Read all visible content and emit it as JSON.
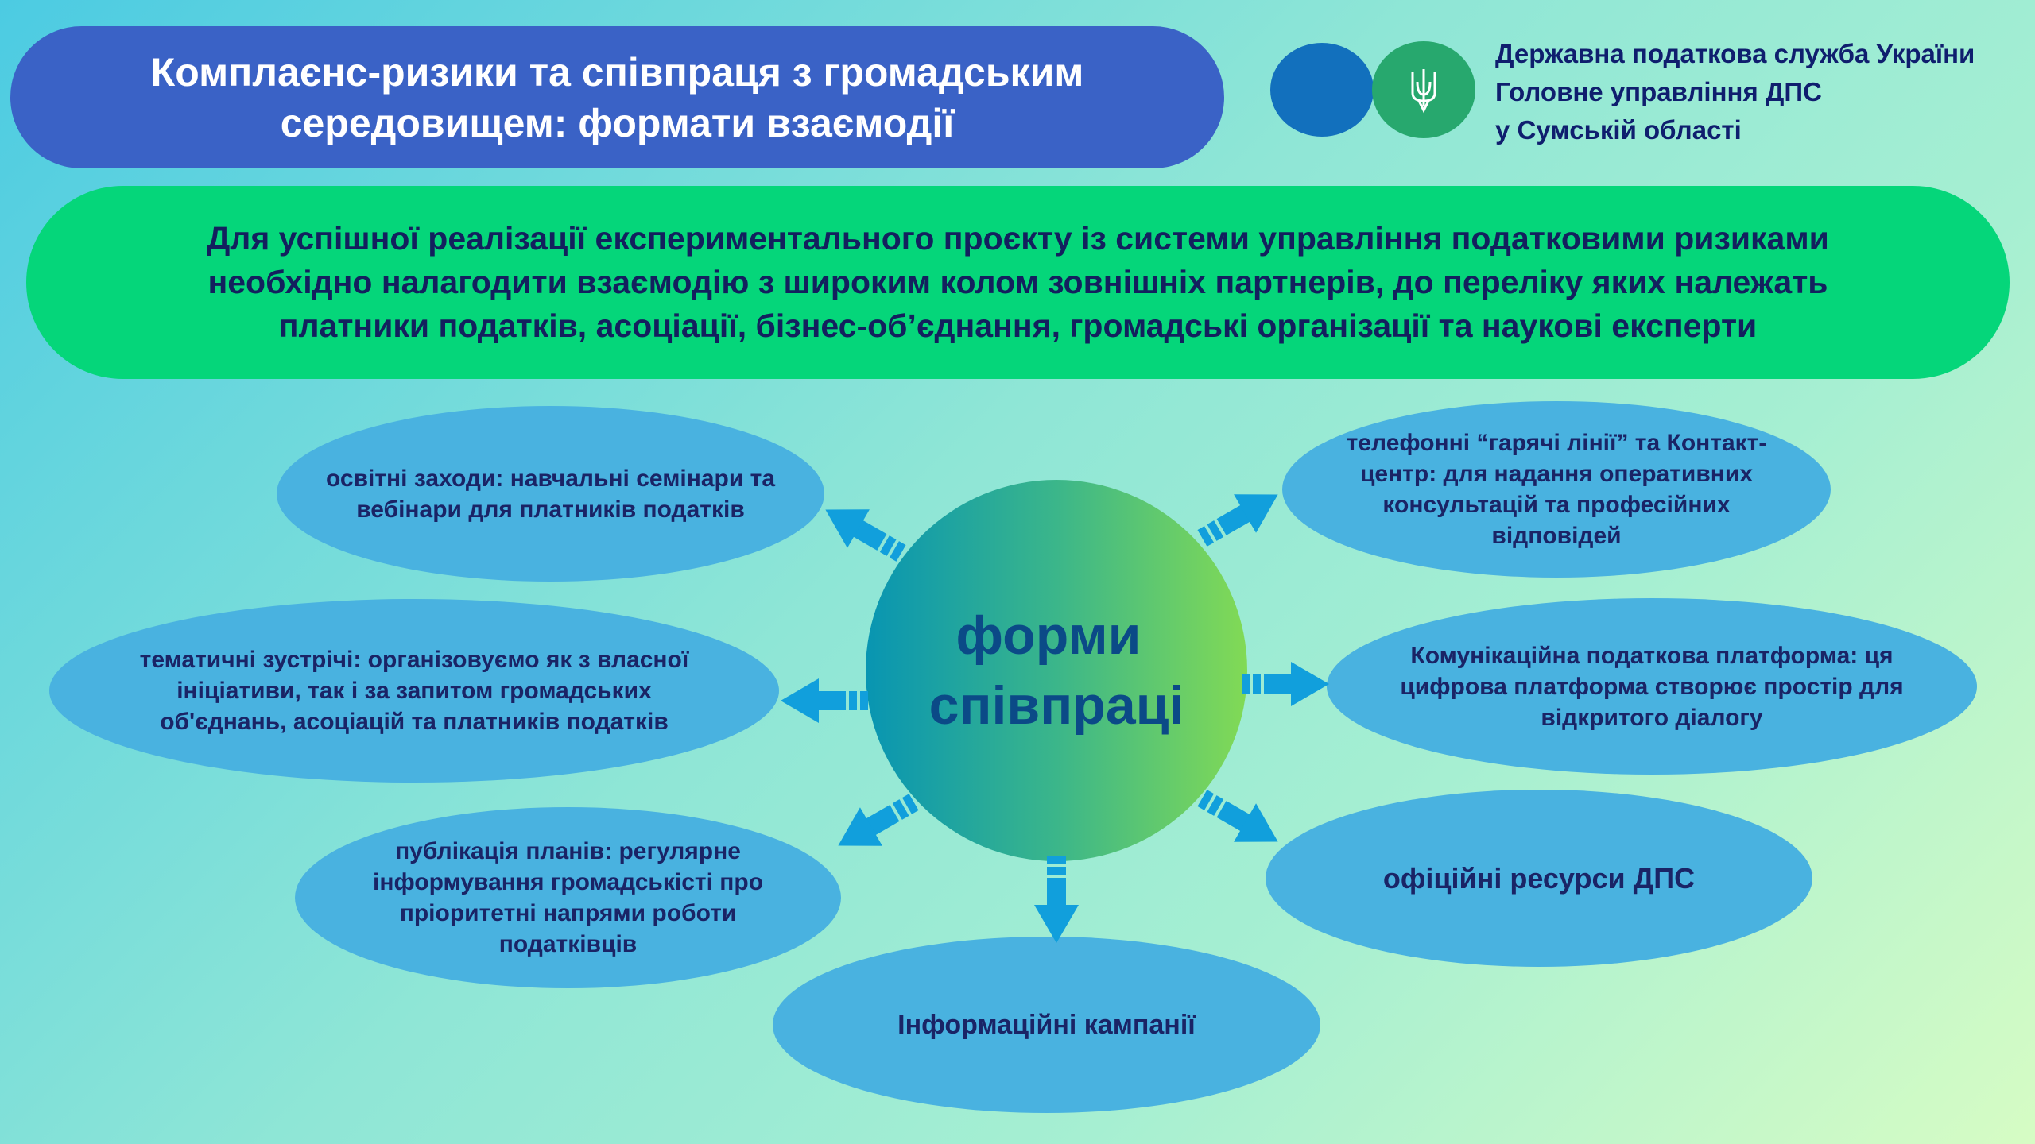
{
  "header": {
    "title_lines": [
      "Комплаєнс-ризики та співпраця з громадським",
      "середовищем: формати взаємодії"
    ],
    "org_lines": [
      "Державна податкова служба України",
      "Головне управління ДПС",
      "у Сумській області"
    ],
    "logo_icon": "trident-icon"
  },
  "banner": {
    "lines": [
      "Для успішної реалізації експериментального проєкту із системи управління податковими ризиками",
      "необхідно  налагодити взаємодію з широким колом зовнішніх партнерів, до переліку яких належать",
      "платники податків, асоціації, бізнес-об’єднання, громадські організації та наукові експерти"
    ]
  },
  "center": {
    "lines": [
      "форми",
      "співпраці"
    ]
  },
  "forms": [
    {
      "text": "освітні заходи: навчальні семінари та вебінари для платників податків"
    },
    {
      "text": "тематичні зустрічі: організовуємо як з власної ініціативи, так і за запитом громадських об'єднань, асоціацій та платників податків"
    },
    {
      "text": "публікація планів: регулярне інформування громадськісті про пріоритетні напрями роботи податківців"
    },
    {
      "text": "Інформаційні кампанії"
    },
    {
      "text": "телефонні “гарячі лінії” та Контакт-центр: для надання оперативних консультацій  та професійних відповідей"
    },
    {
      "text": "Комунікаційна податкова платформа: ця цифрова платформа створює простір для відкритого діалогу"
    },
    {
      "text": "офіційні ресурси ДПС"
    }
  ],
  "colors": {
    "title_bg": "#3a62c6",
    "banner_bg": "#05d67a",
    "ellipse": "#49b2e0",
    "arrow": "#119fdc",
    "text_dark": "#1a2466"
  }
}
